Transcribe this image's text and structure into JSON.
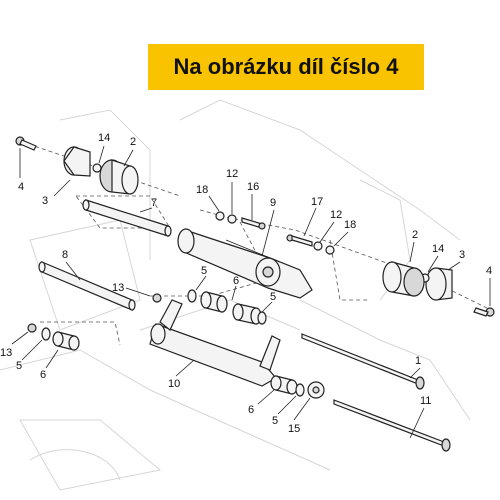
{
  "banner": {
    "text": "Na obrázku díl číslo 4",
    "color": "#f9c300"
  },
  "callouts": [
    "1",
    "2",
    "3",
    "4",
    "5",
    "6",
    "7",
    "8",
    "9",
    "10",
    "11",
    "12",
    "13",
    "14",
    "15",
    "16",
    "17",
    "18"
  ],
  "labels": {
    "l4a": "4",
    "l3a": "3",
    "l14a": "14",
    "l2a": "2",
    "l7": "7",
    "l18a": "18",
    "l12a": "12",
    "l16": "16",
    "l9": "9",
    "l17": "17",
    "l12b": "12",
    "l18b": "18",
    "l2b": "2",
    "l14b": "14",
    "l3b": "3",
    "l4b": "4",
    "l8": "8",
    "l13a": "13",
    "l5a": "5",
    "l6a": "6",
    "l5b": "5",
    "l13b": "13",
    "l5c": "5",
    "l6b": "6",
    "l10": "10",
    "l1": "1",
    "l6c": "6",
    "l5d": "5",
    "l15": "15",
    "l11": "11"
  }
}
